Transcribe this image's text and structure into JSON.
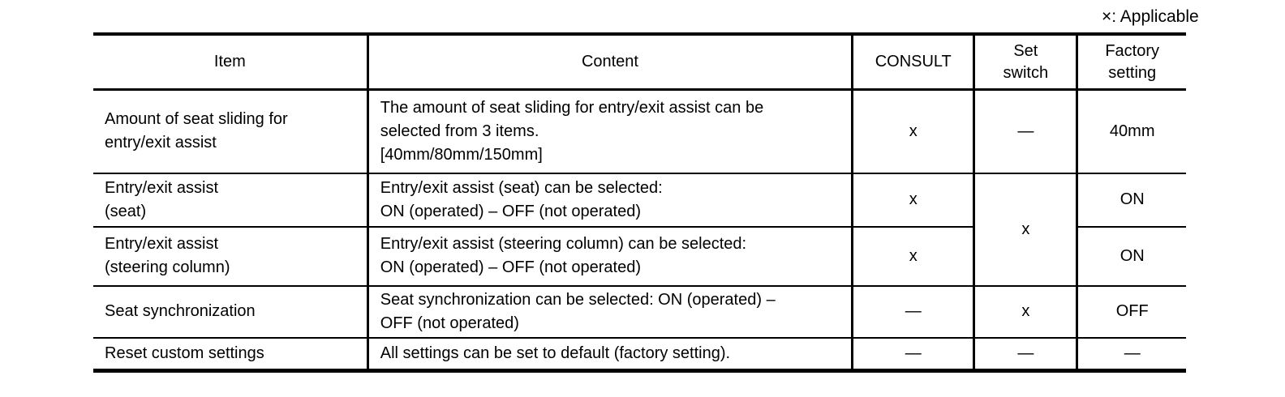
{
  "legend": {
    "text": "×: Applicable"
  },
  "table": {
    "headers": {
      "item": "Item",
      "content": "Content",
      "consult": "CONSULT",
      "set_switch": "Set\nswitch",
      "factory_setting": "Factory\nsetting"
    },
    "rows": [
      {
        "item": "Amount of seat sliding for\nentry/exit assist",
        "content": "The amount of seat sliding for entry/exit assist can be\nselected from 3 items.\n[40mm/80mm/150mm]",
        "consult": "x",
        "set_switch": "—",
        "factory_setting": "40mm"
      },
      {
        "item": "Entry/exit assist\n(seat)",
        "content": "Entry/exit assist (seat) can be selected:\nON (operated) – OFF (not operated)",
        "consult": "x",
        "set_switch": "x",
        "factory_setting": "ON"
      },
      {
        "item": "Entry/exit assist\n(steering column)",
        "content": "Entry/exit assist (steering column) can be selected:\nON (operated) – OFF (not operated)",
        "consult": "x",
        "factory_setting": "ON"
      },
      {
        "item": "Seat synchronization",
        "content": "Seat synchronization can be selected: ON (operated) –\nOFF (not operated)",
        "consult": "—",
        "set_switch": "x",
        "factory_setting": "OFF"
      },
      {
        "item": "Reset custom settings",
        "content": "All settings can be set to default (factory setting).",
        "consult": "—",
        "set_switch": "—",
        "factory_setting": "—"
      }
    ]
  }
}
